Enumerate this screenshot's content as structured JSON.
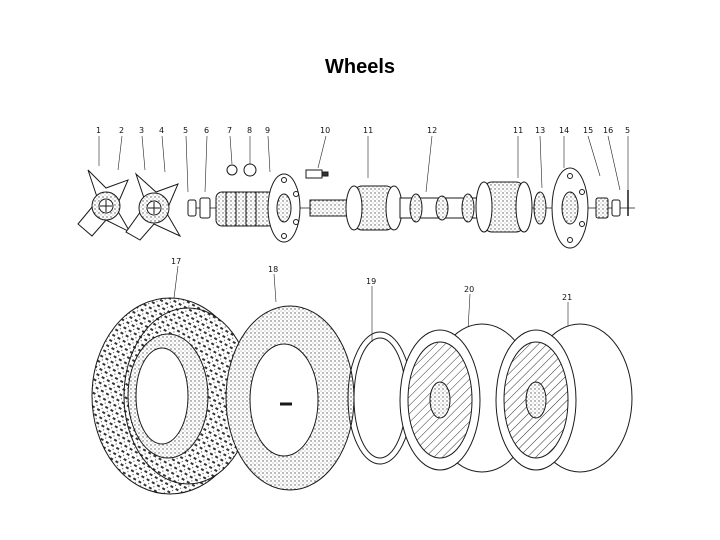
{
  "slide": {
    "title": "Wheels"
  },
  "diagram": {
    "part_numbers": [
      "1",
      "2",
      "3",
      "4",
      "5",
      "6",
      "7",
      "8",
      "9",
      "10",
      "11",
      "12",
      "11",
      "13",
      "14",
      "15",
      "16",
      "5",
      "17",
      "18",
      "19",
      "20",
      "21"
    ],
    "colors": {
      "ink": "#1a1a1a",
      "stipple": "#555555",
      "paper": "#ffffff",
      "shade": "#d8d8d8"
    }
  }
}
